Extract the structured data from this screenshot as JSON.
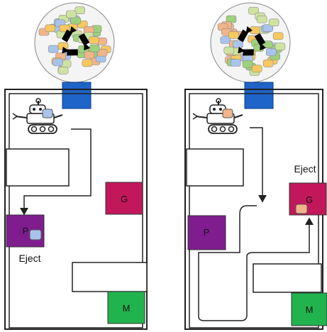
{
  "panels": [
    {
      "id": "left",
      "bins": [
        {
          "key": "P",
          "label": "P",
          "color": "#7f1d8f"
        },
        {
          "key": "G",
          "label": "G",
          "color": "#c2185b"
        },
        {
          "key": "M",
          "label": "M",
          "color": "#21b34e"
        }
      ],
      "eject_label": "Eject",
      "carried_item_color": "#a9c4ec"
    },
    {
      "id": "right",
      "bins": [
        {
          "key": "P",
          "label": "P",
          "color": "#7f1d8f"
        },
        {
          "key": "G",
          "label": "G",
          "color": "#c2185b"
        },
        {
          "key": "M",
          "label": "M",
          "color": "#21b34e"
        }
      ],
      "eject_label": "Eject",
      "carried_item_color": "#f2b48a"
    }
  ],
  "colors": {
    "intake": "#1f64c8",
    "wall": "#222222",
    "pile_fill": "#f4f4f4",
    "item_palette": [
      "#f6c85f",
      "#9ed17b",
      "#a9c4ec",
      "#f2b48a",
      "#cfe3a1"
    ]
  },
  "icons": {
    "recycle": "recycle-icon",
    "robot": "robot-icon"
  }
}
